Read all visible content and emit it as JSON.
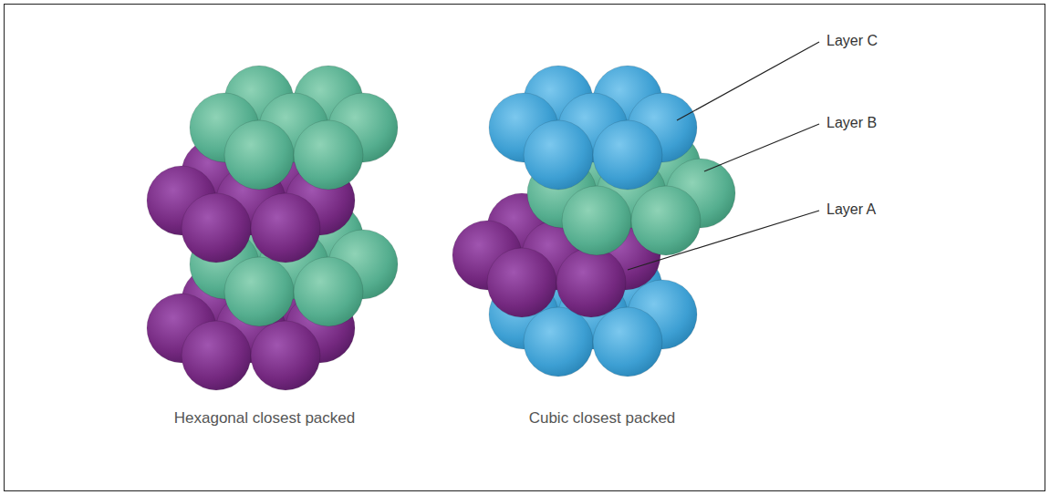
{
  "diagram": {
    "labels": [
      "Layer C",
      "Layer B",
      "Layer A",
      "Hexagonal closest packed",
      "Cubic closest packed"
    ]
  }
}
